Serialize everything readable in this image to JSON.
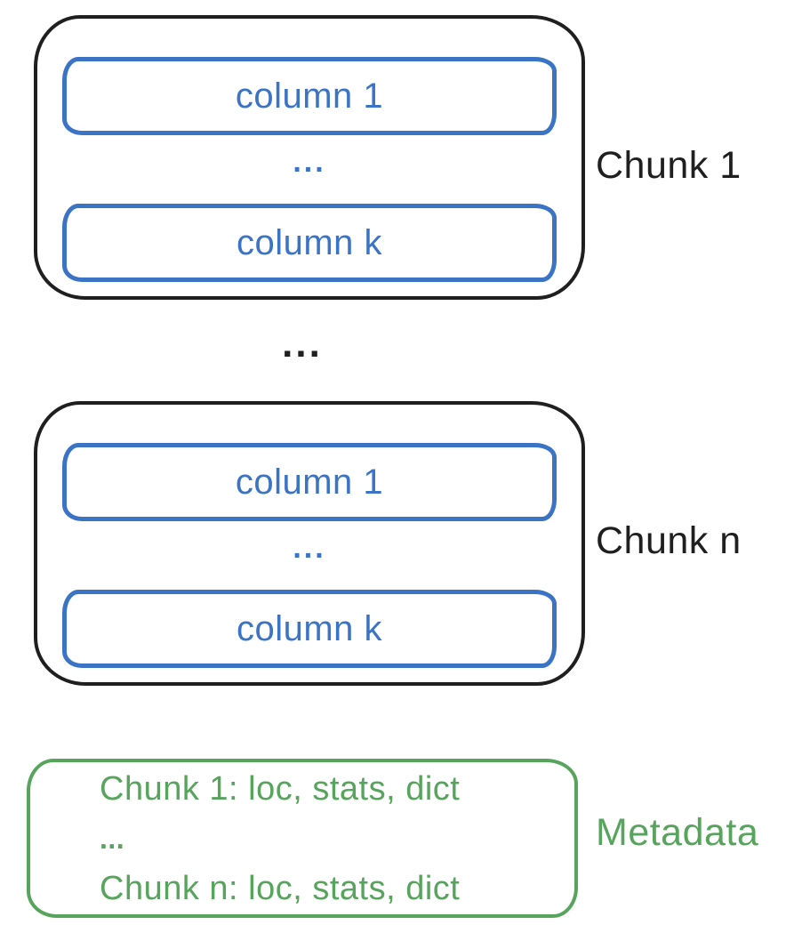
{
  "colors": {
    "blue": "#3b74c4",
    "green": "#57a45c",
    "ink": "#1f1f1f"
  },
  "chunks": [
    {
      "label": "Chunk 1",
      "first_column": "column 1",
      "ellipsis": "...",
      "last_column": "column k"
    },
    {
      "label": "Chunk n",
      "first_column": "column 1",
      "ellipsis": "...",
      "last_column": "column k"
    }
  ],
  "between_chunks_ellipsis": "...",
  "metadata": {
    "label": "Metadata",
    "lines": [
      "Chunk 1: loc, stats, dict",
      "...",
      "Chunk n: loc, stats, dict"
    ]
  }
}
